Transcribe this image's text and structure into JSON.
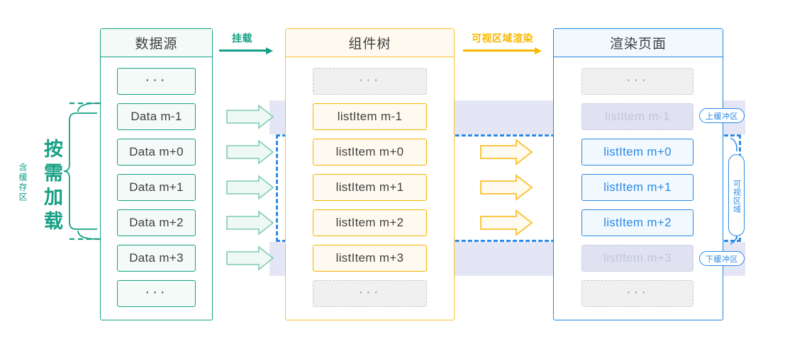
{
  "diagram": {
    "title": "virtual-list-rendering-flow",
    "colors": {
      "source": "#16a085",
      "tree": "#fbc02d",
      "page": "#1f86df",
      "buffer_band": "#dfe2f5",
      "viewport_dash": "#2b8ae5",
      "ghost": "#c9c9c9"
    }
  },
  "columns": {
    "source": {
      "header": "数据源",
      "rows": [
        {
          "label": "···",
          "style": "normal"
        },
        {
          "label": "Data m-1",
          "style": "normal"
        },
        {
          "label": "Data m+0",
          "style": "normal"
        },
        {
          "label": "Data m+1",
          "style": "normal"
        },
        {
          "label": "Data m+2",
          "style": "normal"
        },
        {
          "label": "Data m+3",
          "style": "normal"
        },
        {
          "label": "···",
          "style": "normal"
        }
      ]
    },
    "tree": {
      "header": "组件树",
      "rows": [
        {
          "label": "···",
          "style": "ghost"
        },
        {
          "label": "listItem m-1",
          "style": "normal"
        },
        {
          "label": "listItem m+0",
          "style": "normal"
        },
        {
          "label": "listItem m+1",
          "style": "normal"
        },
        {
          "label": "listItem m+2",
          "style": "normal"
        },
        {
          "label": "listItem m+3",
          "style": "normal"
        },
        {
          "label": "···",
          "style": "ghost"
        }
      ]
    },
    "page": {
      "header": "渲染页面",
      "rows": [
        {
          "label": "···",
          "style": "ghost"
        },
        {
          "label": "listItem m-1",
          "style": "ghost-page"
        },
        {
          "label": "listItem m+0",
          "style": "normal"
        },
        {
          "label": "listItem m+1",
          "style": "normal"
        },
        {
          "label": "listItem m+2",
          "style": "normal"
        },
        {
          "label": "listItem m+3",
          "style": "ghost-page"
        },
        {
          "label": "···",
          "style": "ghost"
        }
      ]
    }
  },
  "flows": {
    "mount": {
      "label": "挂载",
      "color": "#16a085"
    },
    "render": {
      "label": "可视区域渲染",
      "color": "#fbb800"
    }
  },
  "annotations": {
    "left_main": "按需加载",
    "left_sub": "含缓存区",
    "top_buffer": "上缓冲区",
    "bottom_buffer": "下缓冲区",
    "viewport": "可视区域"
  }
}
